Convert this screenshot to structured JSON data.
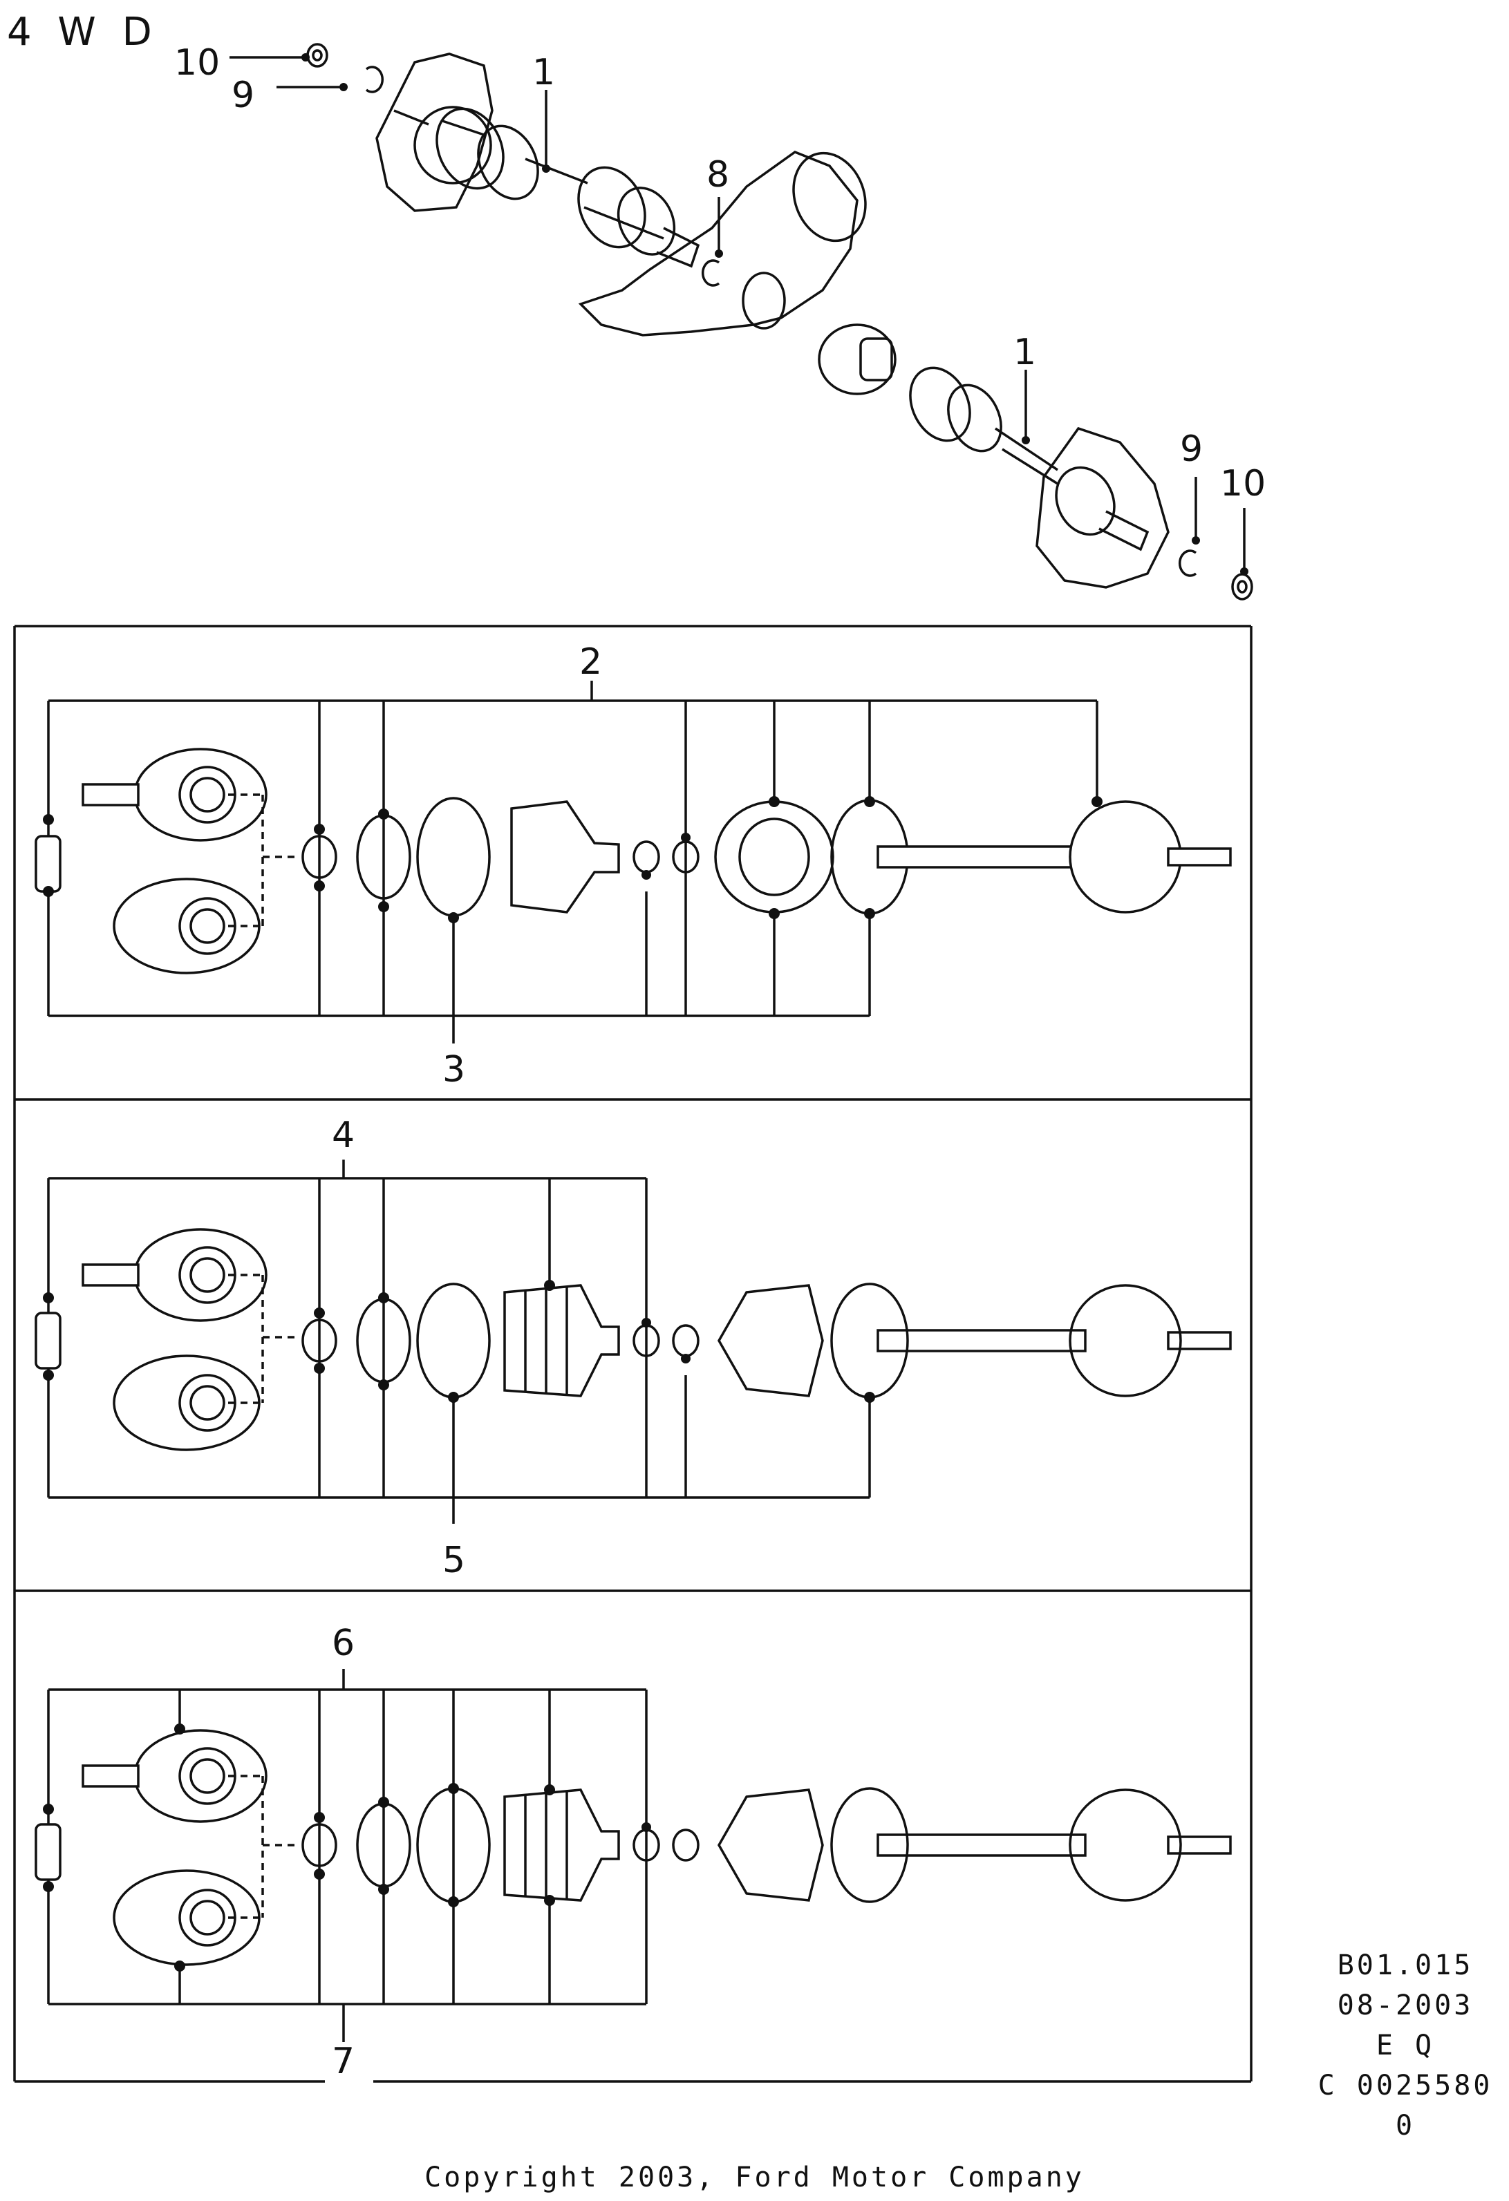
{
  "header": {
    "variant": "4 W D"
  },
  "callouts": {
    "c1a": "1",
    "c1b": "1",
    "c8": "8",
    "c9a": "9",
    "c9b": "9",
    "c10a": "10",
    "c10b": "10",
    "c2": "2",
    "c3": "3",
    "c4": "4",
    "c5": "5",
    "c6": "6",
    "c7": "7"
  },
  "meta": {
    "code": "B01.015",
    "date": "08-2003",
    "market": "E Q",
    "ref": "C 0025580 0"
  },
  "footer": {
    "copyright": "Copyright 2003, Ford Motor Company"
  }
}
